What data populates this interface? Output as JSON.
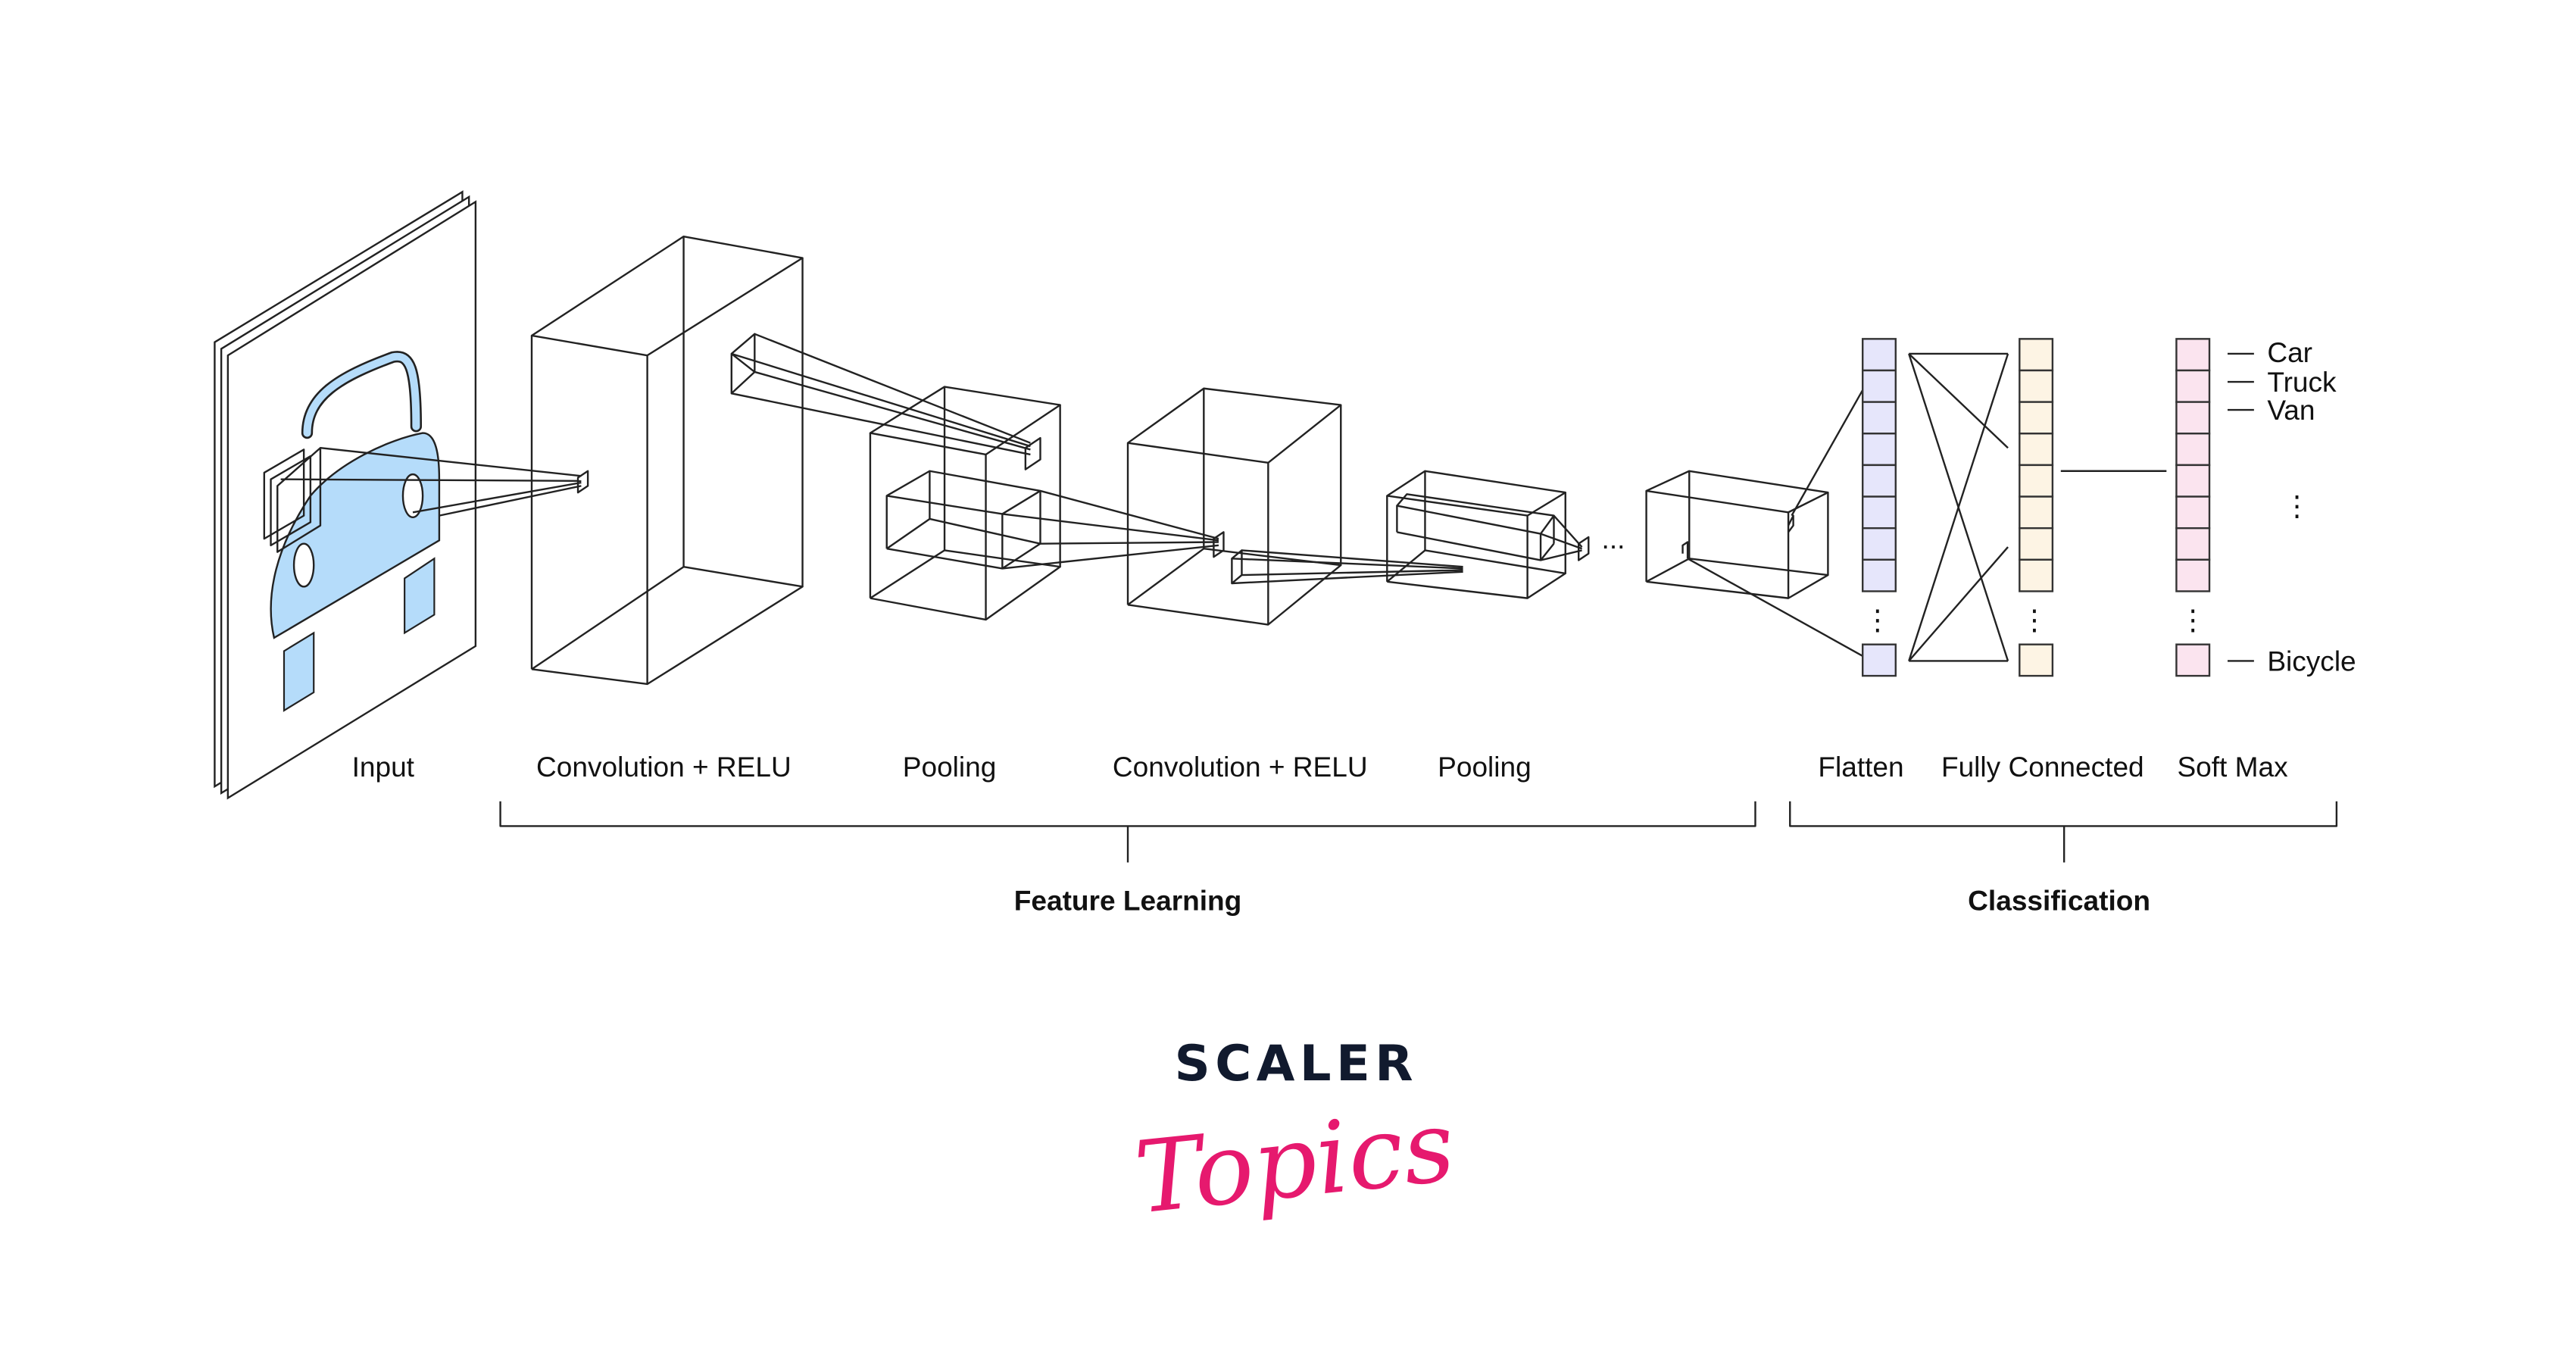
{
  "stages": {
    "input": "Input",
    "conv1": "Convolution + RELU",
    "pool1": "Pooling",
    "conv2": "Convolution + RELU",
    "pool2": "Pooling",
    "flatten": "Flatten",
    "fully_connected": "Fully Connected",
    "softmax": "Soft Max"
  },
  "groups": {
    "feature_learning": "Feature Learning",
    "classification": "Classification"
  },
  "continuation": "...",
  "ellipsis_vertical": "⋮",
  "classes": [
    "Car",
    "Truck",
    "Van",
    "Bicycle"
  ],
  "colors": {
    "car": "#b5dcfa",
    "flatten": "#e6e6fb",
    "fully_connected": "#fdf4e4",
    "softmax": "#fbe4ef",
    "logo_dark": "#111a2e",
    "logo_pink": "#e6196e"
  },
  "logo": {
    "line1": "SCALER",
    "line2": "Topics"
  }
}
